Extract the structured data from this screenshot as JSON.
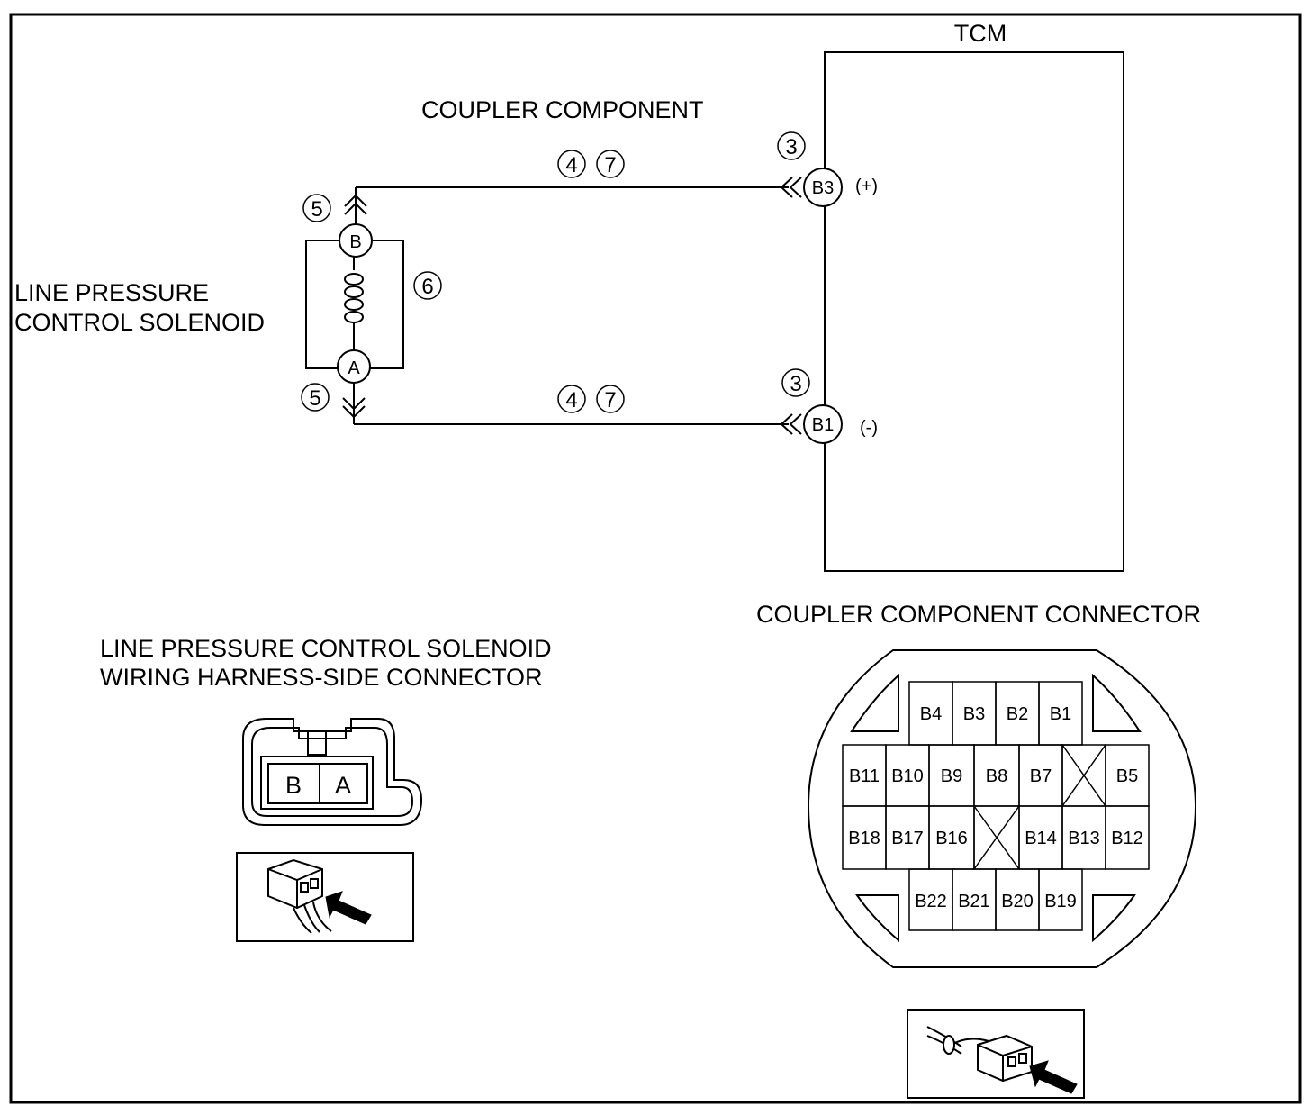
{
  "labels": {
    "tcm": "TCM",
    "coupler_component": "COUPLER COMPONENT",
    "solenoid_line1": "LINE PRESSURE",
    "solenoid_line2": "CONTROL SOLENOID",
    "harness_line1": "LINE PRESSURE CONTROL SOLENOID",
    "harness_line2": "WIRING HARNESS-SIDE CONNECTOR",
    "coupler_connector": "COUPLER  COMPONENT CONNECTOR"
  },
  "callouts": {
    "tcm_top": "3",
    "tcm_bottom": "3",
    "wire_top_a": "4",
    "wire_top_b": "7",
    "wire_bottom_a": "4",
    "wire_bottom_b": "7",
    "sol_top": "5",
    "sol_bottom": "5",
    "coil": "6"
  },
  "pins": {
    "b3": "B3",
    "b1": "B1",
    "b3_polarity": "(+)",
    "b1_polarity": "(-)",
    "sol_b": "B",
    "sol_a": "A"
  },
  "harness_connector": {
    "cells": [
      "B",
      "A"
    ]
  },
  "coupler_grid": {
    "row1": [
      "B4",
      "B3",
      "B2",
      "B1"
    ],
    "row2": [
      "B11",
      "B10",
      "B9",
      "B8",
      "B7",
      "",
      "B5"
    ],
    "row3": [
      "B18",
      "B17",
      "B16",
      "",
      "B14",
      "B13",
      "B12"
    ],
    "row4": [
      "B22",
      "B21",
      "B20",
      "B19"
    ]
  }
}
